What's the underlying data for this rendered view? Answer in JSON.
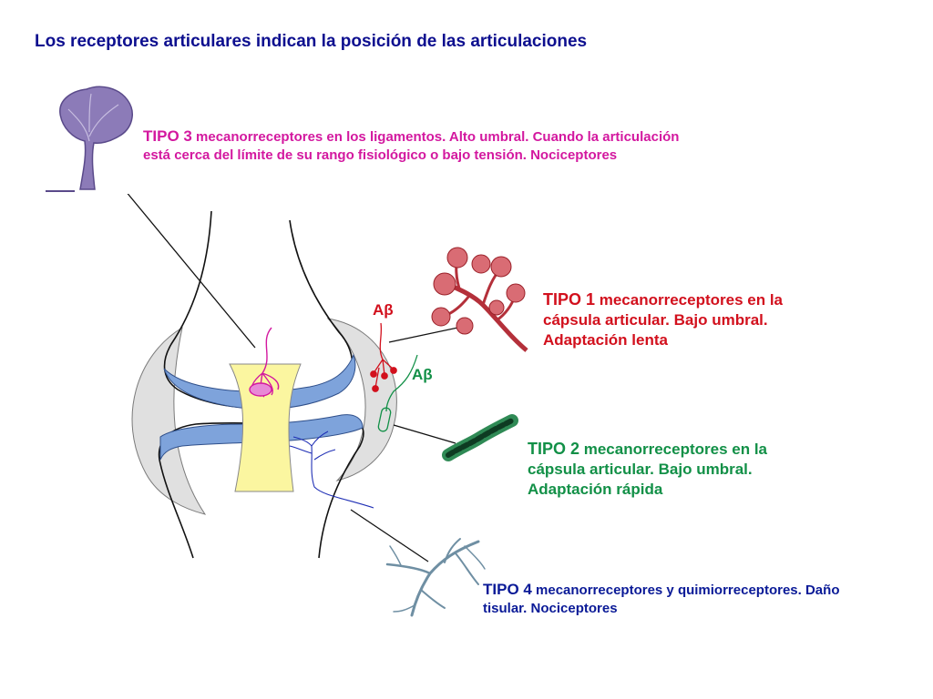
{
  "title": "Los receptores articulares indican la posición de las articulaciones",
  "labels": {
    "tipo3": {
      "title": "TIPO 3",
      "desc": " mecanorreceptores en los ligamentos. Alto umbral. Cuando la articulación está cerca del límite de su rango fisiológico o bajo tensión. Nociceptores"
    },
    "tipo1": {
      "title": "TIPO 1",
      "desc": " mecanorreceptores en la cápsula articular. Bajo umbral. Adaptación lenta"
    },
    "tipo2": {
      "title": "TIPO 2",
      "desc": " mecanorreceptores en la cápsula articular. Bajo umbral. Adaptación rápida"
    },
    "tipo4": {
      "title": "TIPO 4",
      "desc": " mecanorreceptores y quimiorreceptores. Daño tisular. Nociceptores"
    }
  },
  "fibers": {
    "red": "Aβ",
    "green": "Aβ"
  },
  "colors": {
    "title": "#0d0f8f",
    "tipo3": "#d3189f",
    "tipo1": "#d2101d",
    "tipo2": "#129047",
    "tipo4": "#0a1a97",
    "cartilage": "#7ea3db",
    "ligament": "#fbf6a0",
    "capsule": "#e0e0e0"
  }
}
